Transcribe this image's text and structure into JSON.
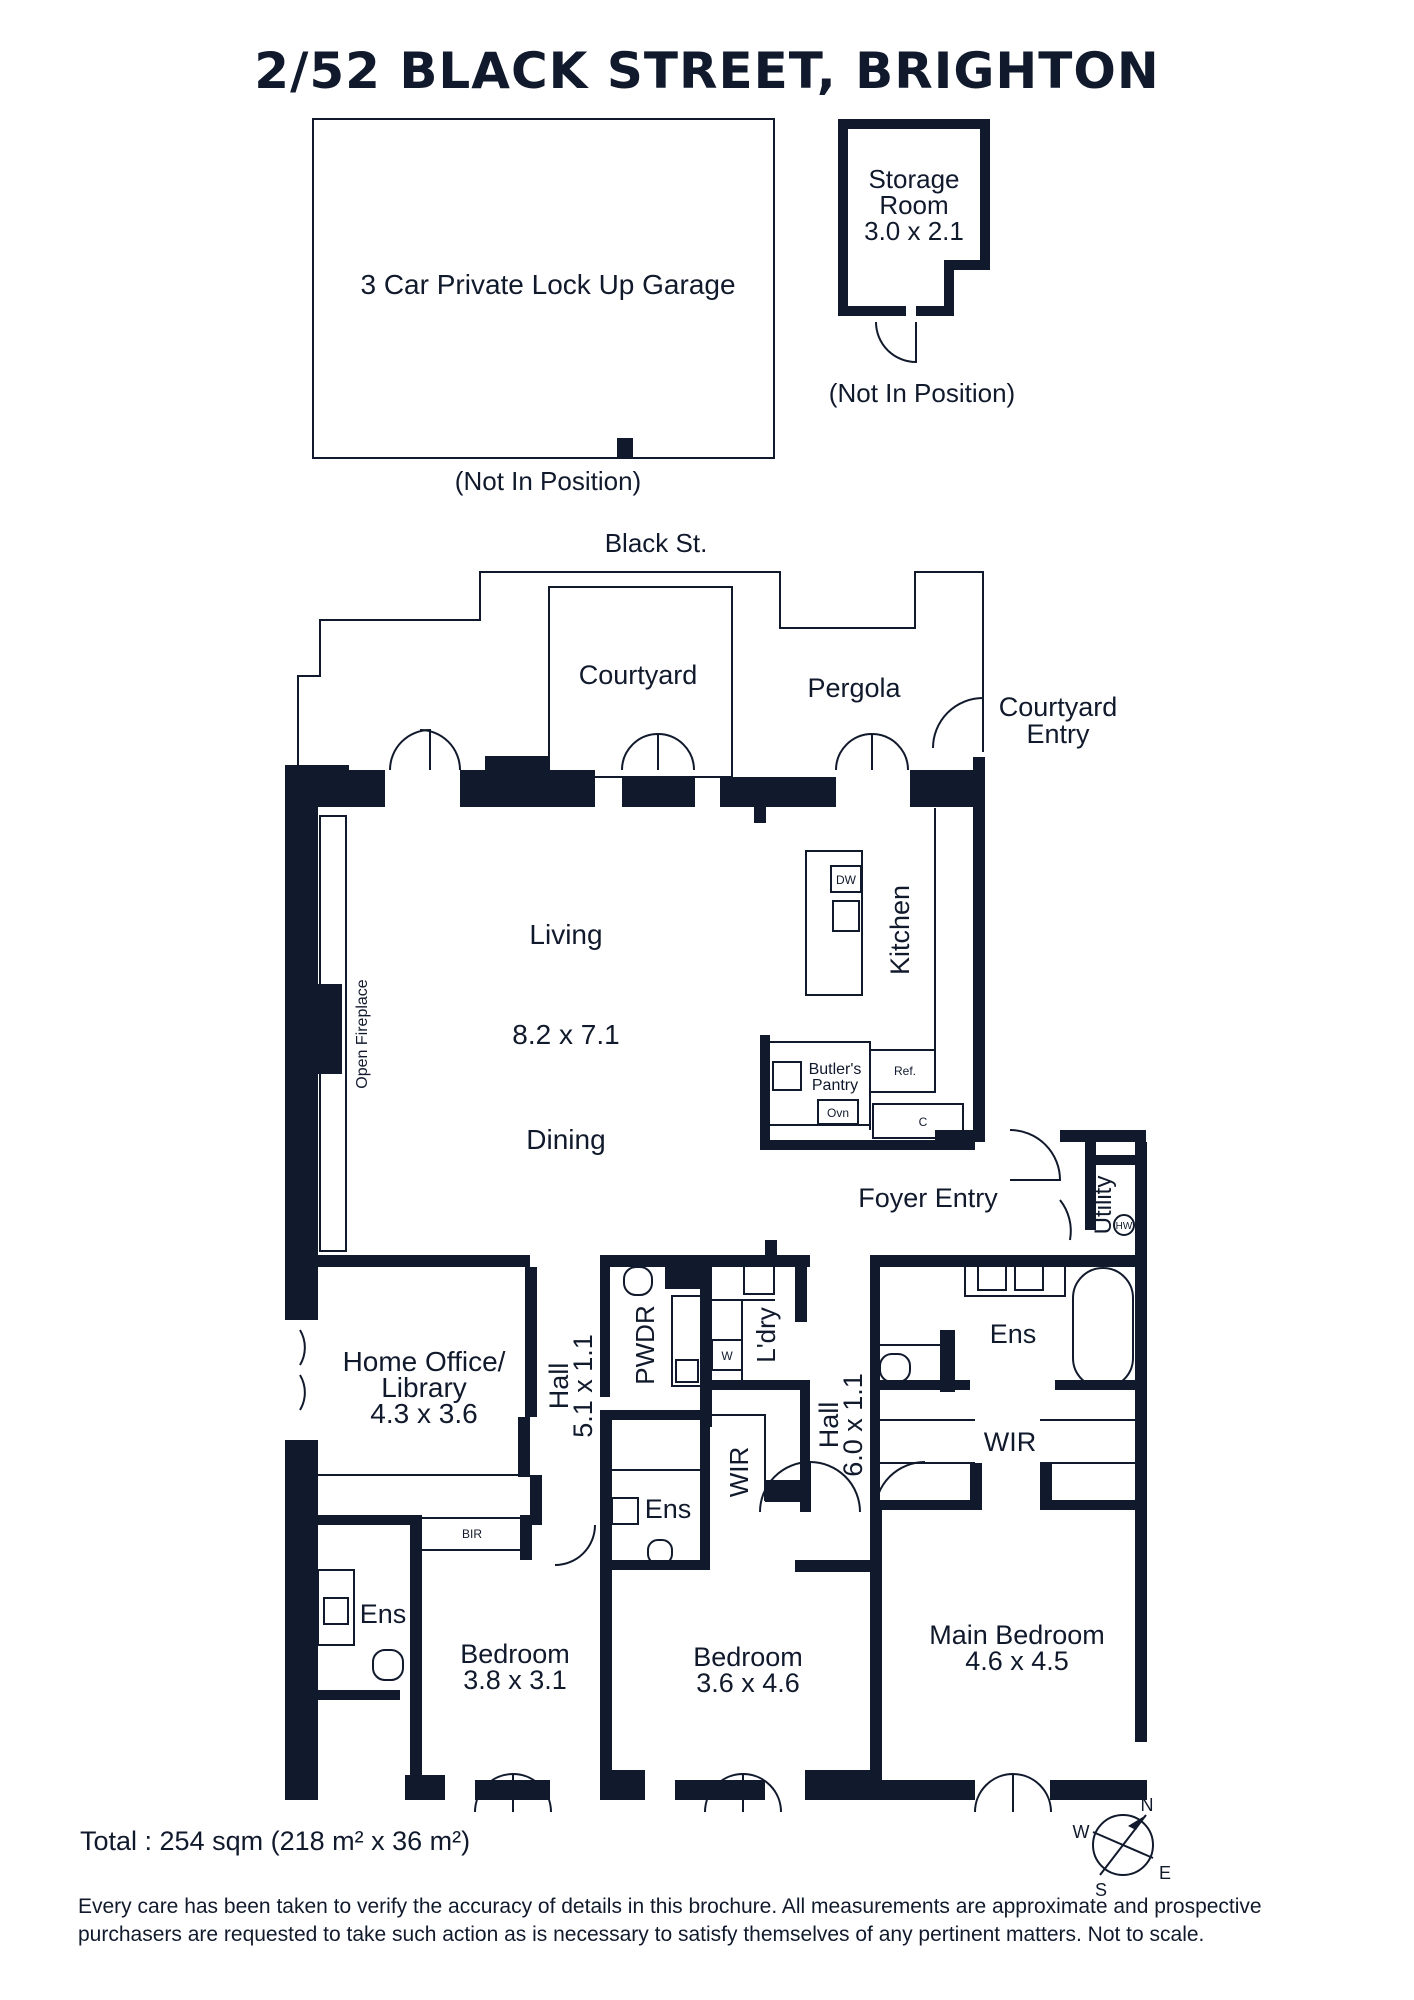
{
  "title": "2/52 BLACK STREET, BRIGHTON",
  "labels": {
    "garage": "3 Car Private Lock Up Garage",
    "garage_note": "(Not In Position)",
    "storage_1": "Storage",
    "storage_2": "Room",
    "storage_3": "3.0 x 2.1",
    "storage_note": "(Not In Position)",
    "street": "Black St.",
    "courtyard": "Courtyard",
    "pergola": "Pergola",
    "courtyard_entry_1": "Courtyard",
    "courtyard_entry_2": "Entry",
    "living": "Living",
    "living_dims": "8.2 x 7.1",
    "dining": "Dining",
    "kitchen": "Kitchen",
    "open_fireplace": "Open Fireplace",
    "dw": "DW",
    "butlers_1": "Butler's",
    "butlers_2": "Pantry",
    "ovn": "Ovn",
    "ref": "Ref.",
    "c": "C",
    "foyer": "Foyer Entry",
    "utility": "Utility",
    "hw": "HW",
    "office_1": "Home Office/",
    "office_2": "Library",
    "office_dims": "4.3 x 3.6",
    "hall1_1": "Hall",
    "hall1_2": "5.1 x 1.1",
    "pwdr": "PWDR",
    "w": "W",
    "ldry": "L'dry",
    "hall2_1": "Hall",
    "hall2_2": "6.0 x 1.1",
    "ens_main": "Ens",
    "wir_main": "WIR",
    "wir_mid": "WIR",
    "ens_mid": "Ens",
    "bir": "BIR",
    "ens_left": "Ens",
    "bed1_1": "Bedroom",
    "bed1_2": "3.8 x 3.1",
    "bed2_1": "Bedroom",
    "bed2_2": "3.6 x 4.6",
    "main_1": "Main Bedroom",
    "main_2": "4.6 x 4.5",
    "compass_n": "N",
    "compass_s": "S",
    "compass_e": "E",
    "compass_w": "W"
  },
  "total": "Total : 254 sqm (218 m² x 36 m²)",
  "disclaimer": "Every care has been taken to verify the accuracy of details in this brochure. All measurements are approximate and prospective purchasers are requested to take such action as is necessary to satisfy themselves of any pertinent matters. Not to scale.",
  "colors": {
    "wall": "#111a2c",
    "background": "#ffffff"
  }
}
